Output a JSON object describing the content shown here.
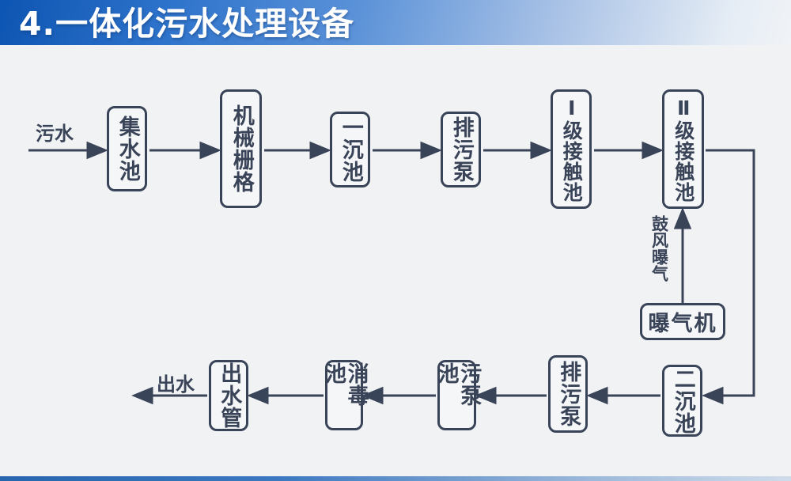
{
  "header": {
    "title": "4.一体化污水处理设备"
  },
  "flow": {
    "input_label": "污水",
    "output_label": "出水",
    "aeration_label": "鼓风曝气",
    "top_row": [
      "集水池",
      "机械栅格",
      "一沉池",
      "排污泵",
      "Ⅰ级接触池",
      "Ⅱ级接触池"
    ],
    "aerator": "曝气机",
    "bottom_row": [
      "二沉池",
      "排污泵",
      "污泵池",
      "消毒池",
      "出水管"
    ]
  },
  "colors": {
    "ink": "#3a4459",
    "header_blue": "#2f74cc",
    "footer_blue": "#2766ae",
    "background": "#f1f2f4",
    "title_text": "#ffffff"
  }
}
